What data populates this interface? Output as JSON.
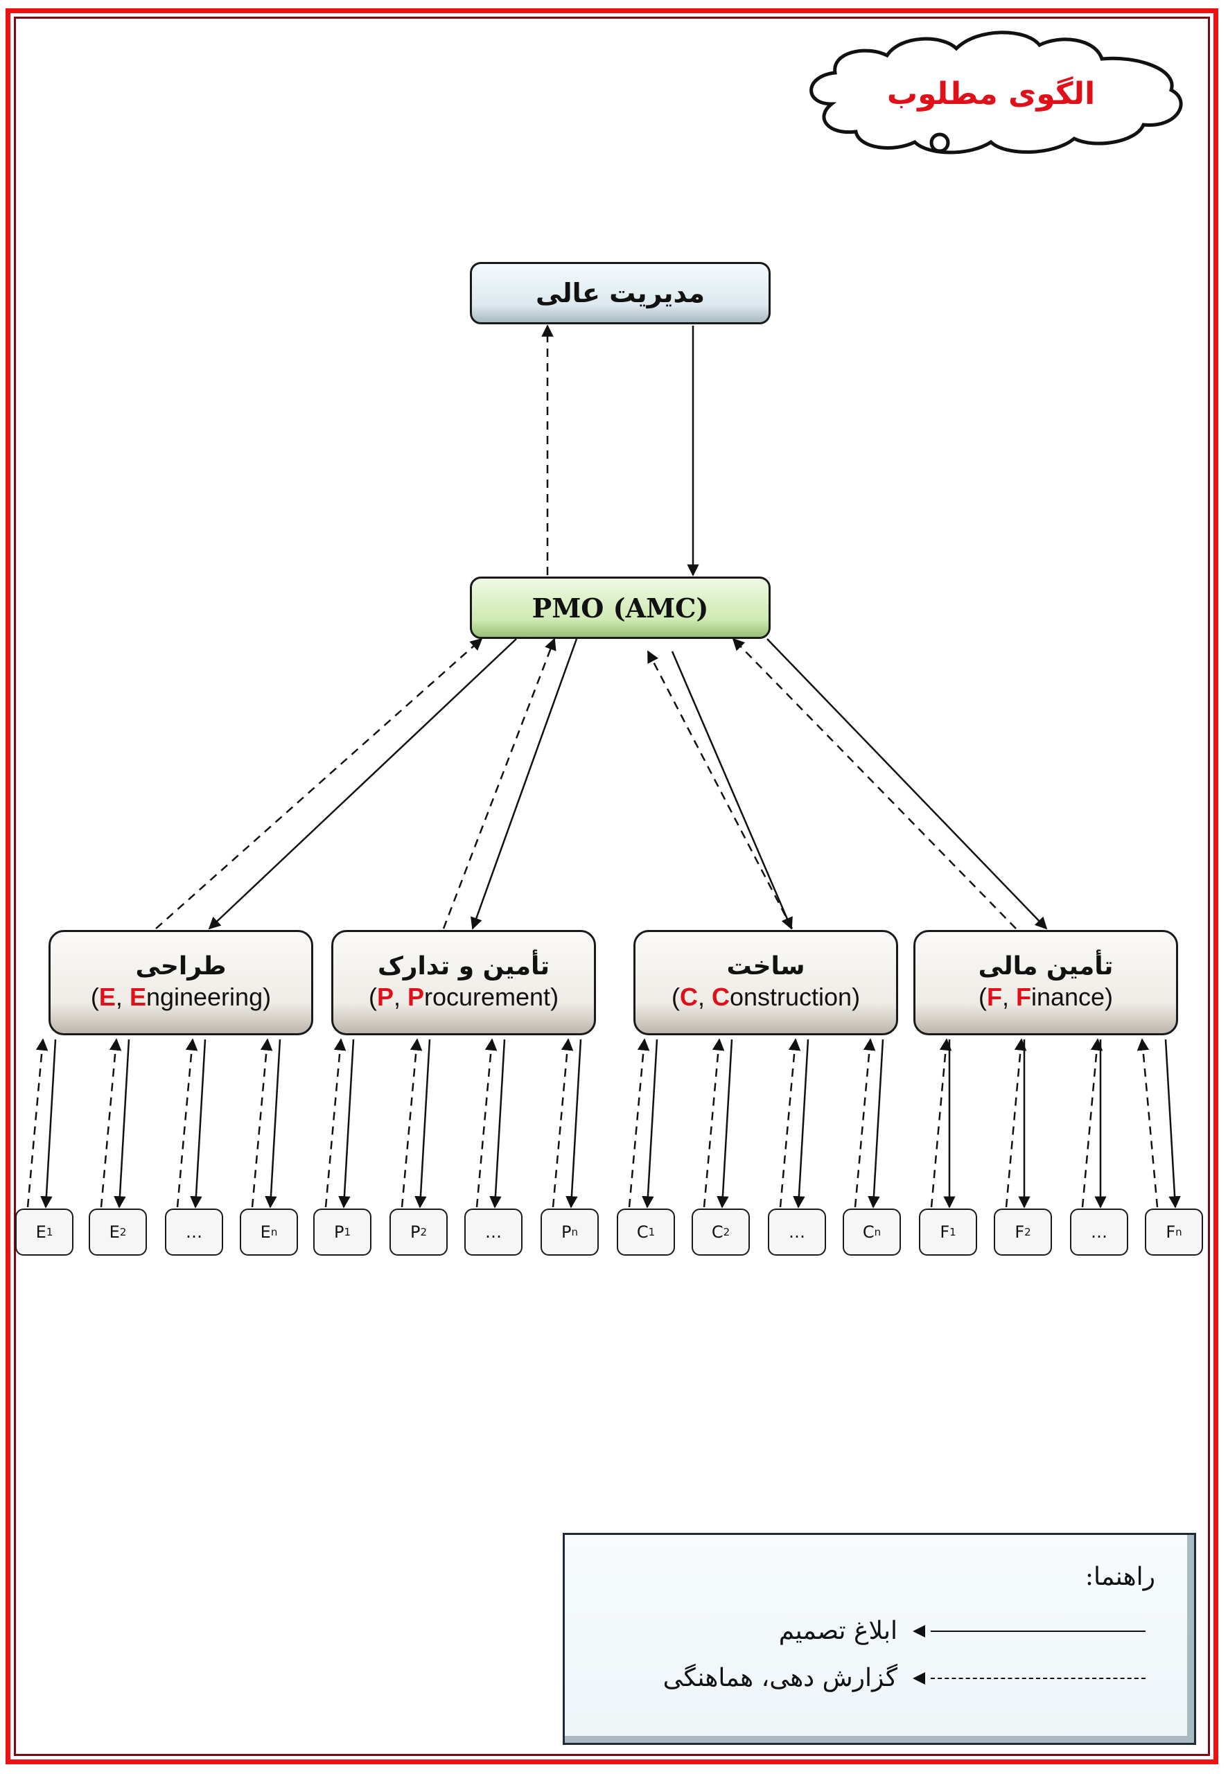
{
  "header": {
    "title": "الگوی مطلوب",
    "title_color": "#e0101a"
  },
  "nodes": {
    "top_management": {
      "label": "مدیریت عالی"
    },
    "pmo": {
      "label": "PMO (AMC)"
    }
  },
  "departments": [
    {
      "key": "E",
      "name_fa": "طراحی",
      "letter": "E",
      "rest": "ngineering",
      "units": [
        "E1",
        "E2",
        "...",
        "En"
      ]
    },
    {
      "key": "P",
      "name_fa": "تأمین و تدارک",
      "letter": "P",
      "rest": "rocurement",
      "units": [
        "P1",
        "P2",
        "...",
        "Pn"
      ]
    },
    {
      "key": "C",
      "name_fa": "ساخت",
      "letter": "C",
      "rest": "onstruction",
      "units": [
        "C1",
        "C2",
        "...",
        "Cn"
      ]
    },
    {
      "key": "F",
      "name_fa": "تأمین مالی",
      "letter": "F",
      "rest": "inance",
      "units": [
        "F1",
        "F2",
        "...",
        "Fn"
      ]
    }
  ],
  "leaves": [
    {
      "base": "E",
      "sub": "1"
    },
    {
      "base": "E",
      "sub": "2"
    },
    {
      "base": "…",
      "sub": ""
    },
    {
      "base": "E",
      "sub": "n"
    },
    {
      "base": "P",
      "sub": "1"
    },
    {
      "base": "P",
      "sub": "2"
    },
    {
      "base": "…",
      "sub": ""
    },
    {
      "base": "P",
      "sub": "n"
    },
    {
      "base": "C",
      "sub": "1"
    },
    {
      "base": "C",
      "sub": "2"
    },
    {
      "base": "…",
      "sub": ""
    },
    {
      "base": "C",
      "sub": "n"
    },
    {
      "base": "F",
      "sub": "1"
    },
    {
      "base": "F",
      "sub": "2"
    },
    {
      "base": "…",
      "sub": ""
    },
    {
      "base": "F",
      "sub": "n"
    }
  ],
  "legend": {
    "title": "راهنما:",
    "items": [
      {
        "style": "solid",
        "label": "ابلاغ تصمیم"
      },
      {
        "style": "dashed",
        "label": "گزارش دهی، هماهنگی"
      }
    ]
  },
  "colors": {
    "frame_outer": "#ee1111",
    "frame_inner": "#7a0a14",
    "highlight_letter": "#e0101a",
    "pmo_fill": "#cfeab4",
    "top_fill": "#dde9ef",
    "dept_fill": "#efece6"
  }
}
